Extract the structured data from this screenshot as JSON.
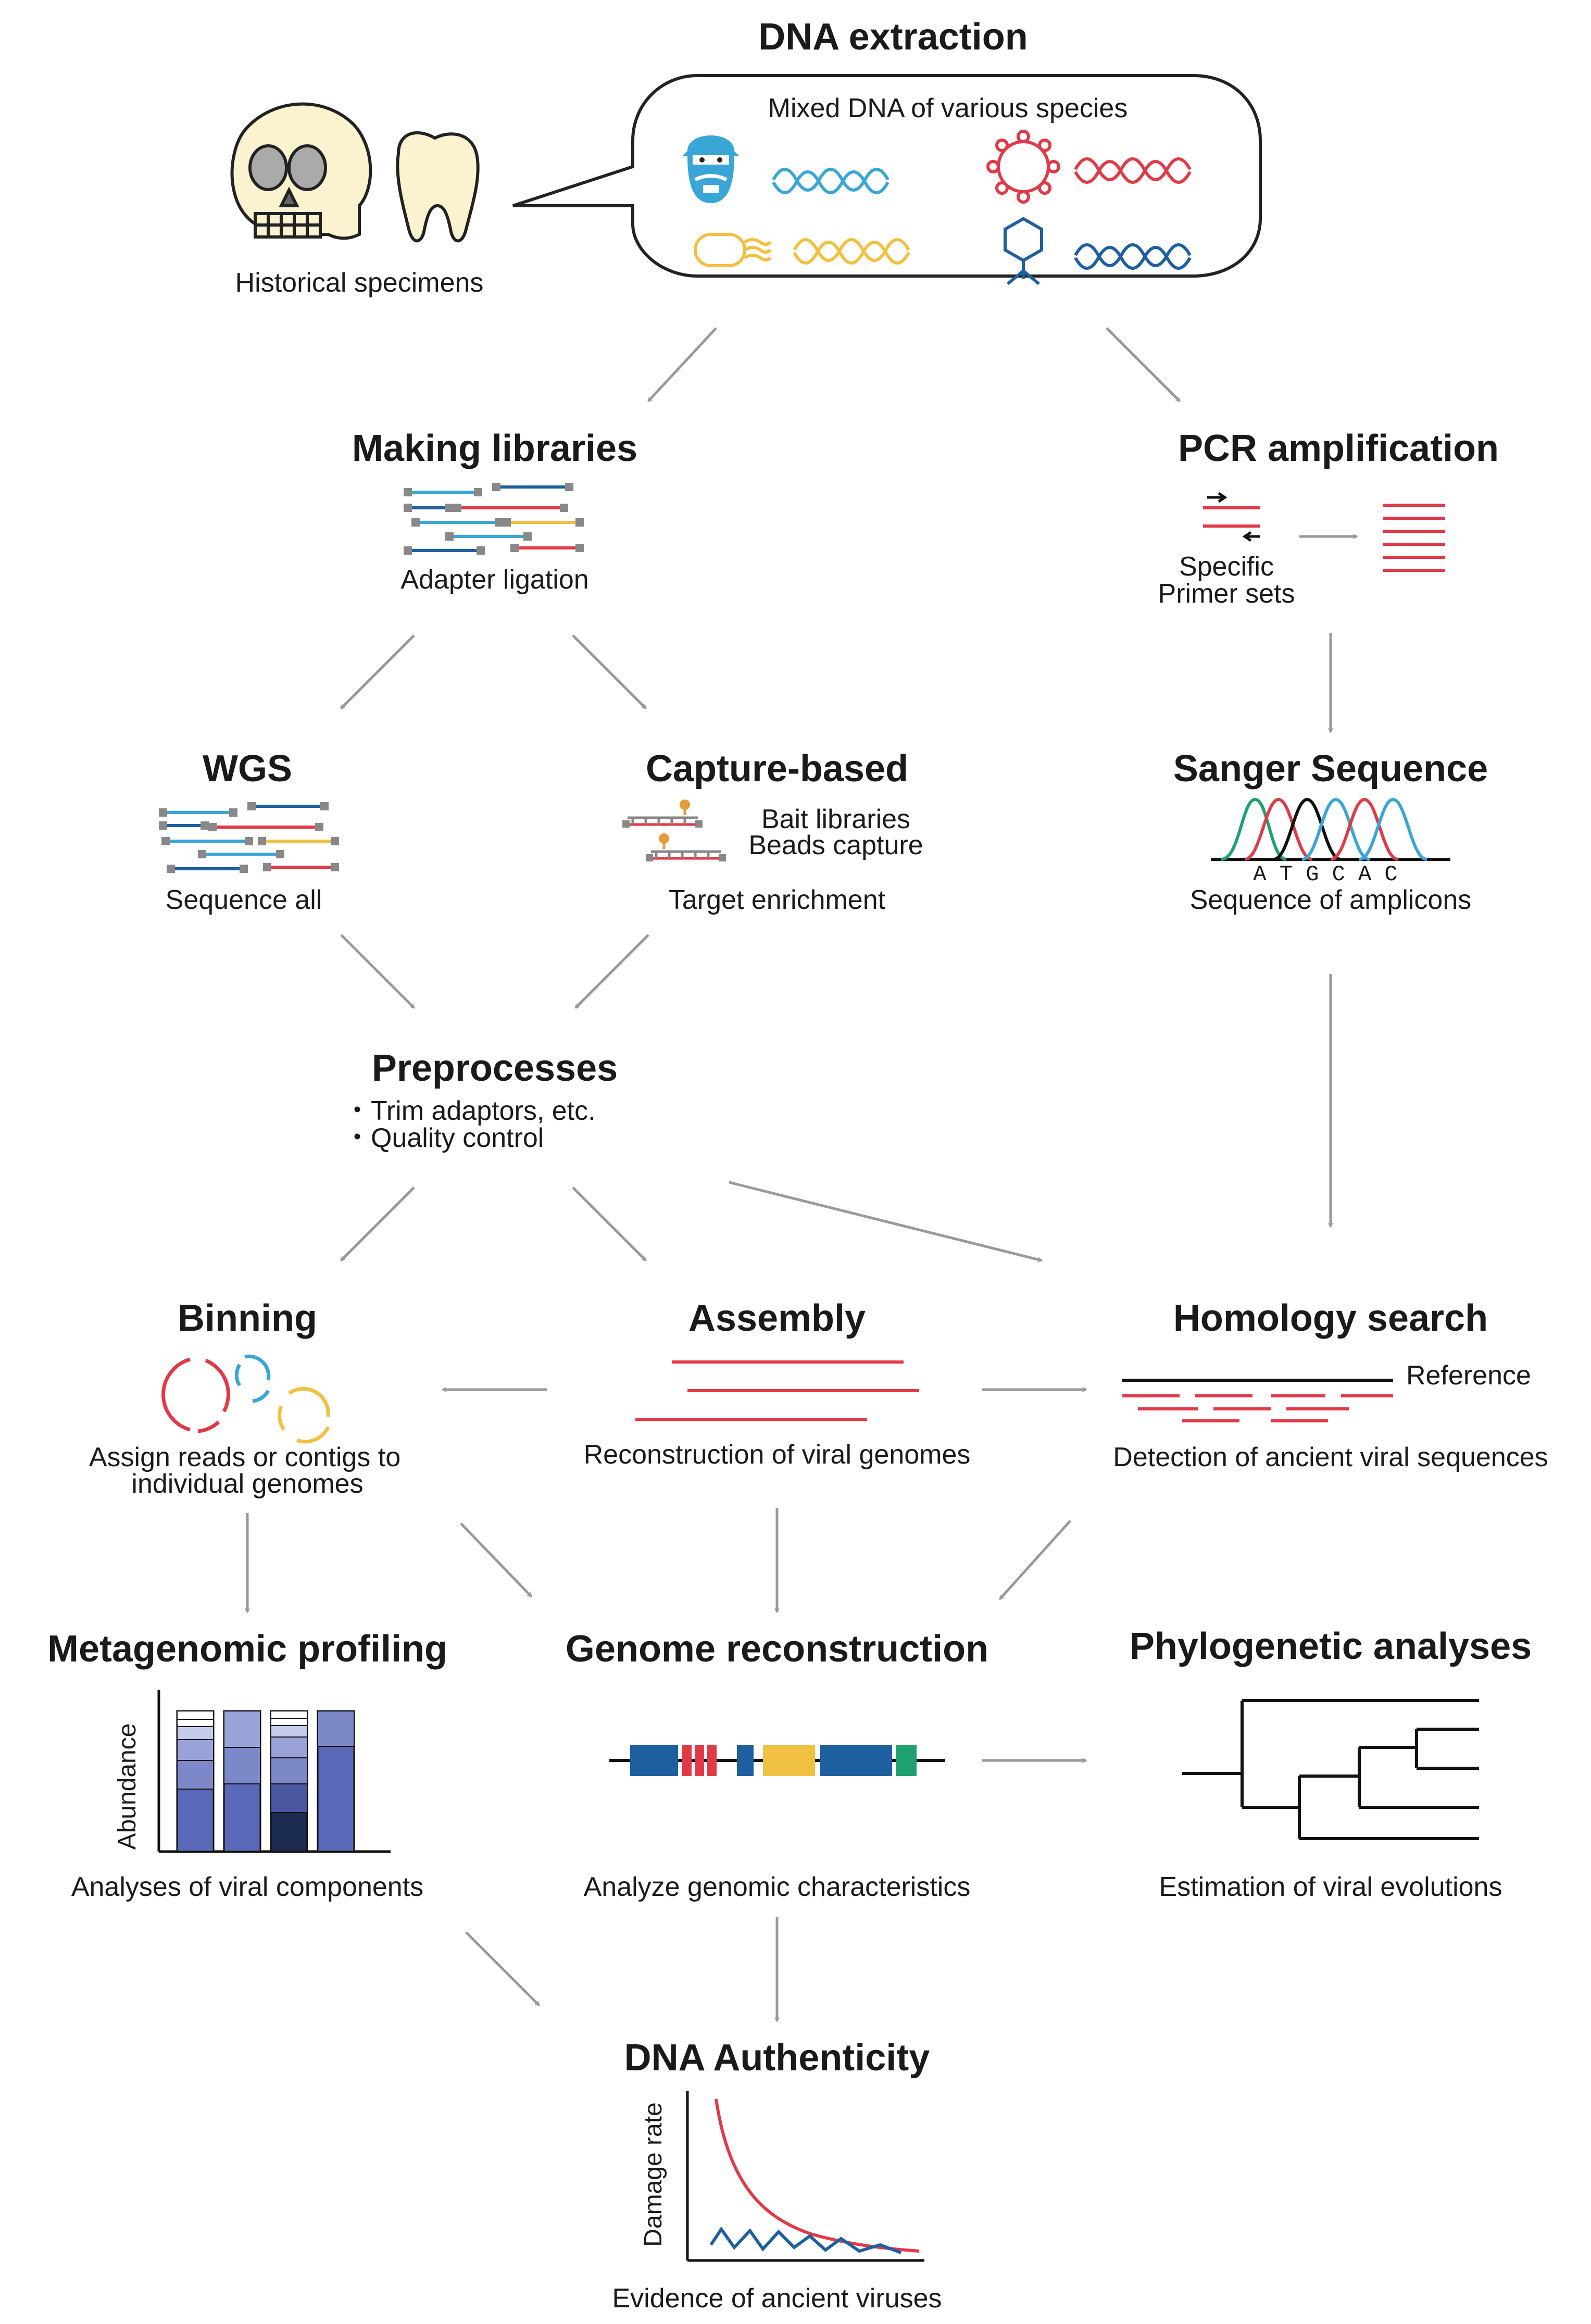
{
  "colors": {
    "red": "#e03a48",
    "blue": "#1e5fa0",
    "cyan": "#3aa6d8",
    "yellow": "#f0c040",
    "navy": "#5a68b8",
    "bone": "#fbf3d0",
    "arrow": "#999999",
    "green": "#1ea070"
  },
  "dna_extraction": {
    "title": "DNA extraction",
    "specimens_label": "Historical specimens",
    "bubble_label": "Mixed DNA of various species"
  },
  "making_libraries": {
    "title": "Making libraries",
    "caption": "Adapter ligation"
  },
  "pcr": {
    "title": "PCR amplification",
    "caption_line1": "Specific",
    "caption_line2": "Primer sets"
  },
  "wgs": {
    "title": "WGS",
    "caption": "Sequence all"
  },
  "capture": {
    "title": "Capture-based",
    "line1": "Bait libraries",
    "line2": "Beads capture",
    "caption": "Target enrichment"
  },
  "sanger": {
    "title": "Sanger Sequence",
    "bases": "A T G C A C",
    "caption": "Sequence of amplicons"
  },
  "preprocesses": {
    "title": "Preprocesses",
    "item1": "・Trim adaptors, etc.",
    "item2": "・Quality control"
  },
  "binning": {
    "title": "Binning",
    "caption_line1": "Assign reads or contigs to",
    "caption_line2": "individual genomes"
  },
  "assembly": {
    "title": "Assembly",
    "caption": "Reconstruction of viral genomes"
  },
  "homology": {
    "title": "Homology search",
    "reference": "Reference",
    "caption": "Detection of ancient viral sequences"
  },
  "metagenomic": {
    "title": "Metagenomic profiling",
    "ylabel": "Abundance",
    "caption": "Analyses of viral components"
  },
  "genome": {
    "title": "Genome reconstruction",
    "caption": "Analyze genomic characteristics"
  },
  "phylogenetic": {
    "title": "Phylogenetic analyses",
    "caption": "Estimation of viral evolutions"
  },
  "authenticity": {
    "title": "DNA Authenticity",
    "ylabel": "Damage rate",
    "caption": "Evidence of ancient viruses"
  }
}
